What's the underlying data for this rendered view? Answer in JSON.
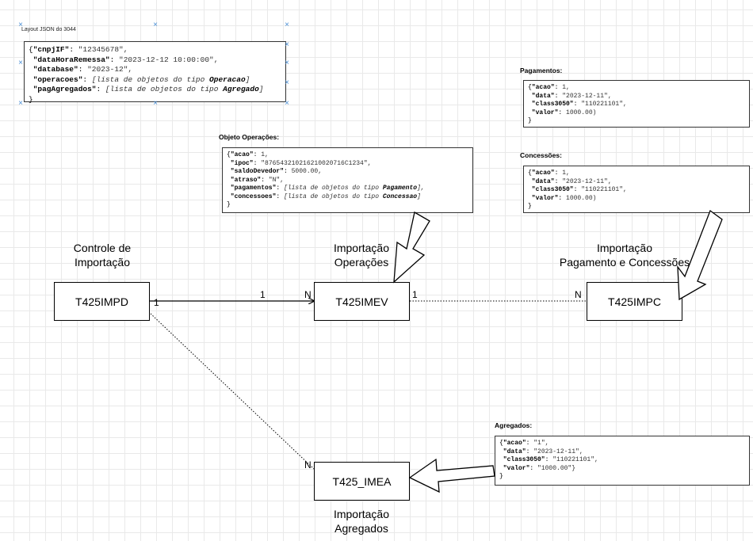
{
  "layout_box": {
    "caption": "Layout JSON do 3044",
    "open": "{",
    "close": "}",
    "lines": [
      {
        "key": "\"cnpjIF\"",
        "sep": ": ",
        "val": "\"12345678\",",
        "pre": "",
        "type": "",
        "post": ""
      },
      {
        "key": "\"dataHoraRemessa\"",
        "sep": ": ",
        "val": "\"2023-12-12 10:00:00\",",
        "pre": "",
        "type": "",
        "post": ""
      },
      {
        "key": "\"database\"",
        "sep": ": ",
        "val": "\"2023-12\",",
        "pre": "",
        "type": "",
        "post": ""
      },
      {
        "key": "\"operacoes\"",
        "sep": ": ",
        "val": "",
        "pre": "[lista de objetos do tipo ",
        "type": "Operacao",
        "post": "]"
      },
      {
        "key": "\"pagAgregados\"",
        "sep": ": ",
        "val": "",
        "pre": "[lista de objetos do tipo ",
        "type": "Agregado",
        "post": "]"
      }
    ]
  },
  "operacoes_box": {
    "header": "Objeto Operações:",
    "open": "{",
    "close": "}",
    "lines": [
      {
        "key": "\"acao\"",
        "sep": ": ",
        "val": "1,",
        "pre": "",
        "type": "",
        "post": ""
      },
      {
        "key": "\"ipoc\"",
        "sep": ": ",
        "val": "\"876543210216210020716C1234\",",
        "pre": "",
        "type": "",
        "post": ""
      },
      {
        "key": "\"saldoDevedor\"",
        "sep": ": ",
        "val": "5000.00,",
        "pre": "",
        "type": "",
        "post": ""
      },
      {
        "key": "\"atraso\"",
        "sep": ": ",
        "val": "\"N\",",
        "pre": "",
        "type": "",
        "post": ""
      },
      {
        "key": "\"pagamentos\"",
        "sep": ": ",
        "val": "",
        "pre": "[lista de objetos do tipo ",
        "type": "Pagamento",
        "post": "],"
      },
      {
        "key": "\"concessoes\"",
        "sep": ": ",
        "val": "",
        "pre": "[lista de objetos do tipo ",
        "type": "Concessao",
        "post": "]"
      }
    ]
  },
  "pagamentos_box": {
    "header": "Pagamentos:",
    "open": "{",
    "close": "}",
    "lines": [
      {
        "key": "\"acao\"",
        "sep": ": ",
        "val": "1,"
      },
      {
        "key": "\"data\"",
        "sep": ": ",
        "val": "\"2023-12-11\","
      },
      {
        "key": "\"class3050\"",
        "sep": ": ",
        "val": "\"110221101\","
      },
      {
        "key": "\"valor\"",
        "sep": ": ",
        "val": "1000.00)"
      }
    ]
  },
  "concessoes_box": {
    "header": "Concessões:",
    "open": "{",
    "close": "}",
    "lines": [
      {
        "key": "\"acao\"",
        "sep": ": ",
        "val": "1,"
      },
      {
        "key": "\"data\"",
        "sep": ": ",
        "val": "\"2023-12-11\","
      },
      {
        "key": "\"class3050\"",
        "sep": ": ",
        "val": "\"110221101\","
      },
      {
        "key": "\"valor\"",
        "sep": ": ",
        "val": "1000.00)"
      }
    ]
  },
  "agregados_box": {
    "header": "Agregados:",
    "open": "{",
    "close": "}",
    "lines": [
      {
        "key": "\"acao\"",
        "sep": ": ",
        "val": "\"1\","
      },
      {
        "key": "\"data\"",
        "sep": ": ",
        "val": "\"2023-12-11\","
      },
      {
        "key": "\"class3050\"",
        "sep": ": ",
        "val": "\"110221101\","
      },
      {
        "key": "\"valor\"",
        "sep": ": ",
        "val": "\"1000.00\"}"
      }
    ]
  },
  "entities": {
    "impd": {
      "name": "T425IMPD",
      "label_line1": "Controle de",
      "label_line2": "Importação"
    },
    "imev": {
      "name": "T425IMEV",
      "label_line1": "Importação",
      "label_line2": "Operações"
    },
    "impc": {
      "name": "T425IMPC",
      "label_line1": "Importação",
      "label_line2": "Pagamento e Concessões"
    },
    "imea": {
      "name": "T425_IMEA",
      "label_line1": "Importação",
      "label_line2": "Agregados"
    }
  },
  "cardinalities": {
    "impd_imev_src": "1",
    "impd_imev_dst": "1",
    "impd_imev_n": "N",
    "imev_impc_src": "1",
    "imev_impc_n": "N",
    "impd_imea_n": "N"
  },
  "colors": {
    "grid": "#e9e9e9",
    "selection": "#4a8fd6",
    "line": "#000000"
  }
}
